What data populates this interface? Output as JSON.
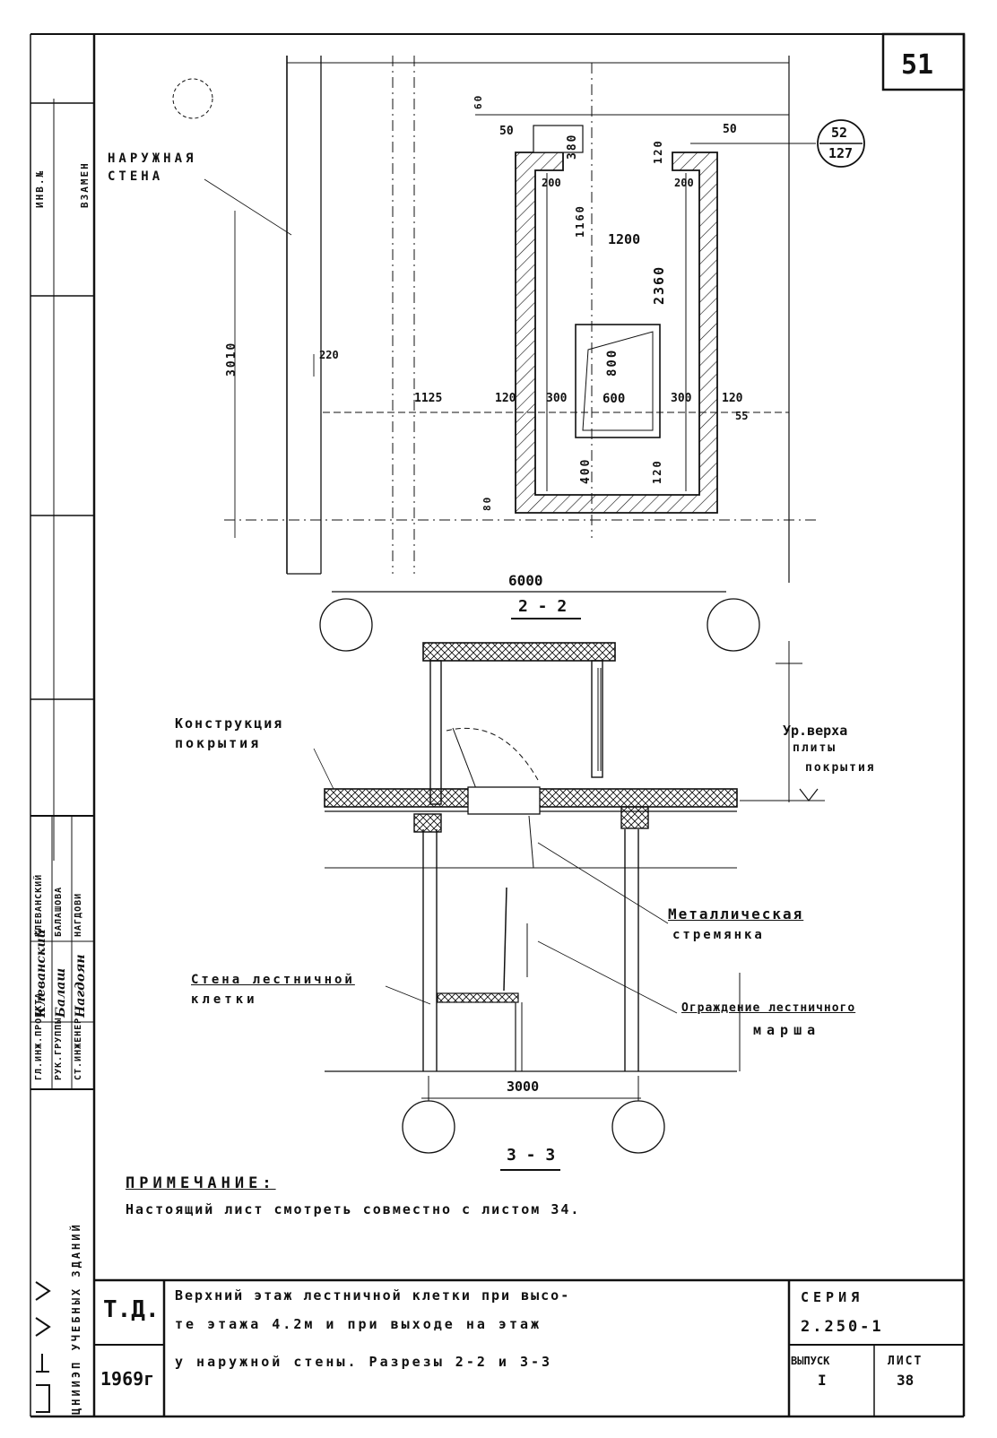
{
  "sheet": {
    "number": "51",
    "ref_circle_top": "52",
    "ref_circle_bottom": "127"
  },
  "plan": {
    "label_outer_wall_1": "НАРУЖНАЯ",
    "label_outer_wall_2": "СТЕНА",
    "dims": {
      "d_top_left": "50",
      "d_top_mid": "380",
      "d_top_right": "50",
      "d_120_top": "120",
      "d_200_left": "200",
      "d_200_right": "200",
      "d_1160": "1160",
      "d_1200": "1200",
      "d_2360": "2360",
      "d_3010": "3010",
      "d_220": "220",
      "d_800": "800",
      "d_level": "1125",
      "d_120_left": "120",
      "d_300_left": "300",
      "d_600": "600",
      "d_300_right": "300",
      "d_120_right": "120",
      "d_55": "55",
      "d_400": "400",
      "d_120_bottom": "120",
      "d_80": "80",
      "d_6000": "6000",
      "d_60": "60"
    }
  },
  "section2": {
    "title": "2 - 2",
    "label_roof_1": "Конструкция",
    "label_roof_2": "покрытия",
    "label_level_1": "Ур.верха",
    "label_level_2": "плиты",
    "label_level_3": "покрытия",
    "label_ladder_1": "Металлическая",
    "label_ladder_2": "стремянка",
    "label_wall_1": "Стена лестничной",
    "label_wall_2": "клетки",
    "label_railing_1": "Ограждение лестничного",
    "label_railing_2": "марша",
    "dim_3000": "3000"
  },
  "section3": {
    "title": "3 - 3"
  },
  "note": {
    "heading": "ПРИМЕЧАНИЕ:",
    "text": "Настоящий лист смотреть совместно с листом 34."
  },
  "left_strip": {
    "inv": "ИНВ.№",
    "vzamen": "ВЗАМЕН",
    "roles": [
      "ГЛ.ИНЖ.ПРОЕКТА",
      "РУК.ГРУППЫ",
      "СТ.ИНЖЕНЕР"
    ],
    "names": [
      "КЛЕВАНСКИЙ",
      "БАЛАШОВА",
      "НАГДОВИ"
    ],
    "signatures": [
      "Клеванский",
      "Балаш",
      "Нагдоян"
    ],
    "org": "ЦНИИЭП УЧЕБНЫХ ЗДАНИЙ"
  },
  "title_block": {
    "td": "Т.Д.",
    "year": "1969г",
    "desc_line1": "Верхний этаж лестничной клетки при высо-",
    "desc_line2": "те этажа 4.2м и при выходе на этаж",
    "desc_line3": "у наружной стены. Разрезы 2-2 и 3-3",
    "series_label": "СЕРИЯ",
    "series_value": "2.250-1",
    "issue_label": "ВЫПУСК",
    "issue_value": "I",
    "sheet_label": "ЛИСТ",
    "sheet_value": "38"
  }
}
